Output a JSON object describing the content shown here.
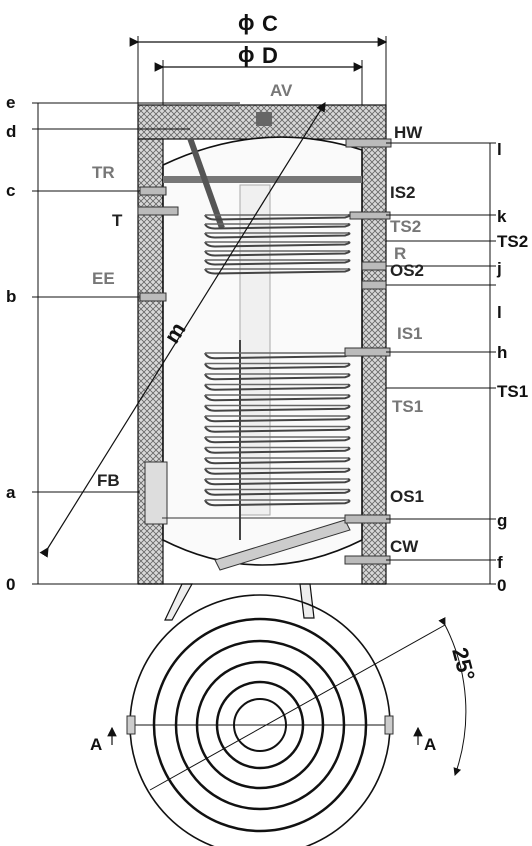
{
  "dimensions": {
    "outer_diameter": "C",
    "inner_diameter": "D",
    "diameter_symbol": "ϕ",
    "diagonal": "m"
  },
  "left_levels": [
    "e",
    "d",
    "c",
    "b",
    "a",
    "0"
  ],
  "right_levels": [
    "l",
    "k",
    "TS2",
    "j",
    "l",
    "h",
    "TS1",
    "g",
    "f",
    "0"
  ],
  "connections": {
    "AV": "AV",
    "HW": "HW",
    "TR": "TR",
    "T": "T",
    "IS2": "IS2",
    "TS2": "TS2",
    "R": "R",
    "OS2": "OS2",
    "EE": "EE",
    "IS1": "IS1",
    "TS1": "TS1",
    "FB": "FB",
    "OS1": "OS1",
    "CW": "CW"
  },
  "plan_view": {
    "angle": "25°",
    "section_left": "A",
    "section_right": "A"
  }
}
